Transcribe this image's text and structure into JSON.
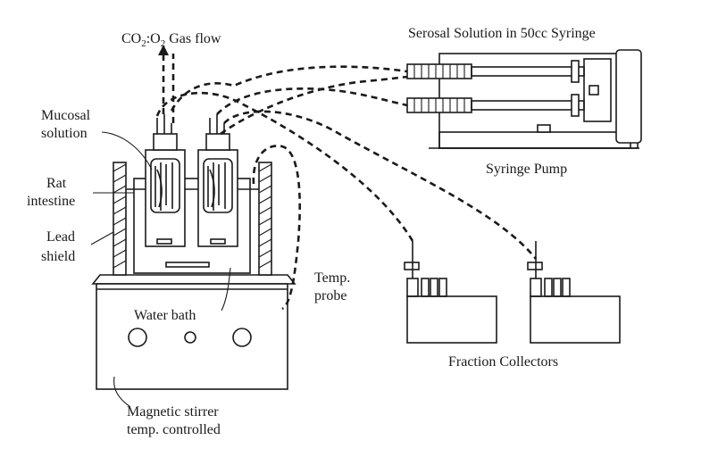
{
  "labels": {
    "gas_prefix": "CO",
    "gas_sub1": "2",
    "gas_colon": ":O",
    "gas_sub2": "2",
    "gas_suffix": " Gas flow",
    "serosal": "Serosal Solution in 50cc Syringe",
    "syringe_pump": "Syringe Pump",
    "mucosal_1": "Mucosal",
    "mucosal_2": "solution",
    "rat_1": "Rat",
    "rat_2": "intestine",
    "lead_1": "Lead",
    "lead_2": "shield",
    "temp_1": "Temp.",
    "temp_2": "probe",
    "water_bath": "Water bath",
    "fraction_collectors": "Fraction Collectors",
    "stirrer_1": "Magnetic stirrer",
    "stirrer_2": "temp. controlled"
  },
  "colors": {
    "ink": "#1a1a1a",
    "background": "#ffffff"
  }
}
